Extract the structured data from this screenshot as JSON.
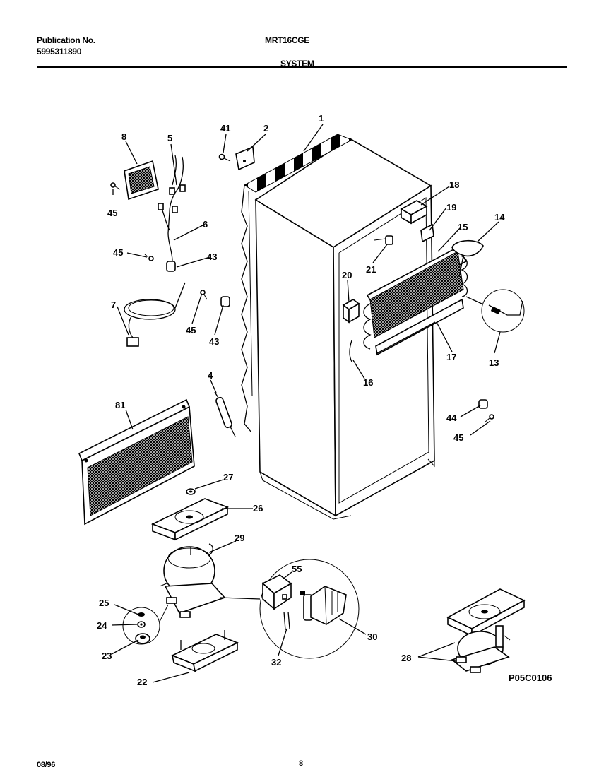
{
  "header": {
    "publication_label": "Publication No.",
    "publication_number": "5995311890",
    "model": "MRT16CGE",
    "section": "SYSTEM"
  },
  "footer": {
    "date": "08/96",
    "page": "8"
  },
  "diagram": {
    "code": "P05C0106",
    "callouts": [
      "1",
      "2",
      "41",
      "8",
      "5",
      "45",
      "6",
      "45",
      "43",
      "7",
      "45",
      "43",
      "4",
      "81",
      "27",
      "26",
      "29",
      "55",
      "30",
      "32",
      "25",
      "24",
      "23",
      "22",
      "18",
      "19",
      "14",
      "15",
      "21",
      "20",
      "13",
      "17",
      "16",
      "44",
      "45",
      "28"
    ]
  }
}
